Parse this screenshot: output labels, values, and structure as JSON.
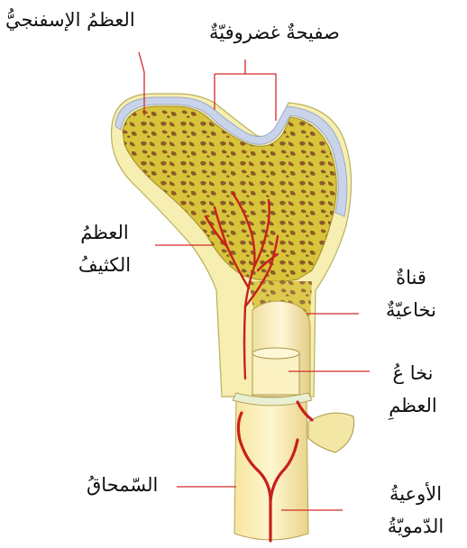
{
  "labels": {
    "spongy_bone": "العظمُ الإسفنجيُّ",
    "cartilage_plate": "صفيحةٌ غضروفيّةٌ",
    "compact_bone": "العظمُ\nالكثيفُ",
    "medullary_canal": "قناةٌ\nنخاعيّةٌ",
    "bone_marrow": "نخا عُ\nالعظمِ",
    "periosteum": "السّمحاقُ",
    "blood_vessels": "الأوعيةُ\nالدّمويّةُ"
  },
  "colors": {
    "spongy": "#d8c43a",
    "spongy_pores": "#8c5a2a",
    "compact": "#f7eeb2",
    "cartilage": "#c9d4ea",
    "vessel": "#c8201c",
    "marrow": "#f3e7a6",
    "leader_line": "#d42a2a"
  }
}
